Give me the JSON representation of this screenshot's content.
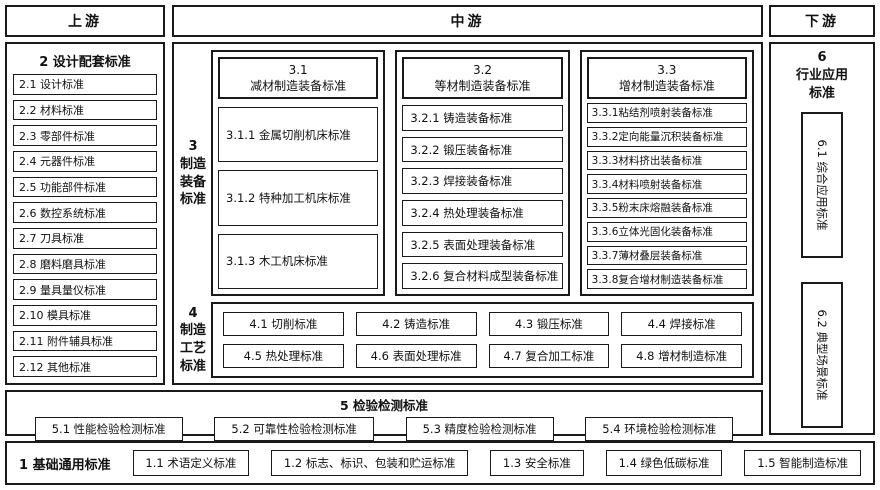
{
  "headers": {
    "upstream": "上游",
    "midstream": "中游",
    "downstream": "下游"
  },
  "left_panel": {
    "title": "2 设计配套标准",
    "items": [
      "2.1 设计标准",
      "2.2 材料标准",
      "2.3 零部件标准",
      "2.4 元器件标准",
      "2.5 功能部件标准",
      "2.6 数控系统标准",
      "2.7 刀具标准",
      "2.8 磨料磨具标准",
      "2.9 量具量仪标准",
      "2.10 模具标准",
      "2.11 附件辅具标准",
      "2.12 其他标准"
    ]
  },
  "middle": {
    "section3": {
      "label_lines": [
        "3",
        "制造",
        "装备",
        "标准"
      ],
      "groups": [
        {
          "title_line1": "3.1",
          "title_line2": "减材制造装备标准",
          "items": [
            "3.1.1 金属切削机床标准",
            "3.1.2 特种加工机床标准",
            "3.1.3 木工机床标准"
          ]
        },
        {
          "title_line1": "3.2",
          "title_line2": "等材制造装备标准",
          "items": [
            "3.2.1 铸造装备标准",
            "3.2.2 锻压装备标准",
            "3.2.3 焊接装备标准",
            "3.2.4 热处理装备标准",
            "3.2.5 表面处理装备标准",
            "3.2.6 复合材料成型装备标准"
          ]
        },
        {
          "title_line1": "3.3",
          "title_line2": "增材制造装备标准",
          "items": [
            "3.3.1粘结剂喷射装备标准",
            "3.3.2定向能量沉积装备标准",
            "3.3.3材料挤出装备标准",
            "3.3.4材料喷射装备标准",
            "3.3.5粉末床熔融装备标准",
            "3.3.6立体光固化装备标准",
            "3.3.7薄材叠层装备标准",
            "3.3.8复合增材制造装备标准"
          ]
        }
      ]
    },
    "section4": {
      "label_lines": [
        "4",
        "制造",
        "工艺",
        "标准"
      ],
      "items": [
        "4.1 切削标准",
        "4.2 铸造标准",
        "4.3 锻压标准",
        "4.4 焊接标准",
        "4.5 热处理标准",
        "4.6 表面处理标准",
        "4.7 复合加工标准",
        "4.8 增材制造标准"
      ]
    }
  },
  "right_panel": {
    "title_lines": [
      "6",
      "行业应用",
      "标准"
    ],
    "items": [
      "6.1 综合应用标准",
      "6.2 典型场景标准"
    ]
  },
  "section5": {
    "title": "5 检验检测标准",
    "items": [
      "5.1 性能检验检测标准",
      "5.2 可靠性检验检测标准",
      "5.3 精度检验检测标准",
      "5.4 环境检验检测标准"
    ]
  },
  "section1": {
    "title": "1 基础通用标准",
    "items": [
      "1.1 术语定义标准",
      "1.2 标志、标识、包装和贮运标准",
      "1.3 安全标准",
      "1.4 绿色低碳标准",
      "1.5 智能制造标准"
    ]
  },
  "colors": {
    "border": "#1a1a1a",
    "background": "#ffffff",
    "text": "#111111"
  }
}
